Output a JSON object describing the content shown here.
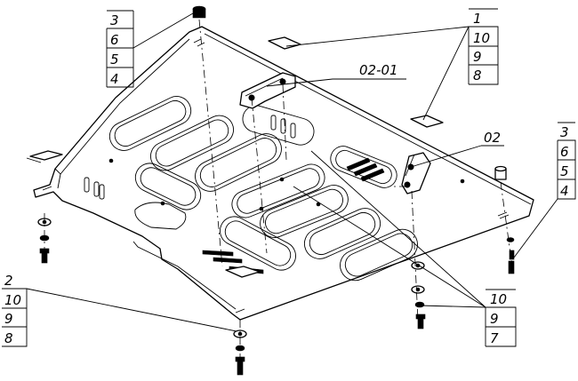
{
  "callouts": {
    "top_left": [
      "3",
      "6",
      "5",
      "4"
    ],
    "top_right": [
      "1",
      "10",
      "9",
      "8"
    ],
    "bracket_0201": "02-01",
    "bracket_02": "02",
    "right": [
      "3",
      "6",
      "5",
      "4"
    ],
    "bottom_left": [
      "2",
      "10",
      "9",
      "8"
    ],
    "bottom_right": [
      "10",
      "9",
      "7"
    ]
  }
}
